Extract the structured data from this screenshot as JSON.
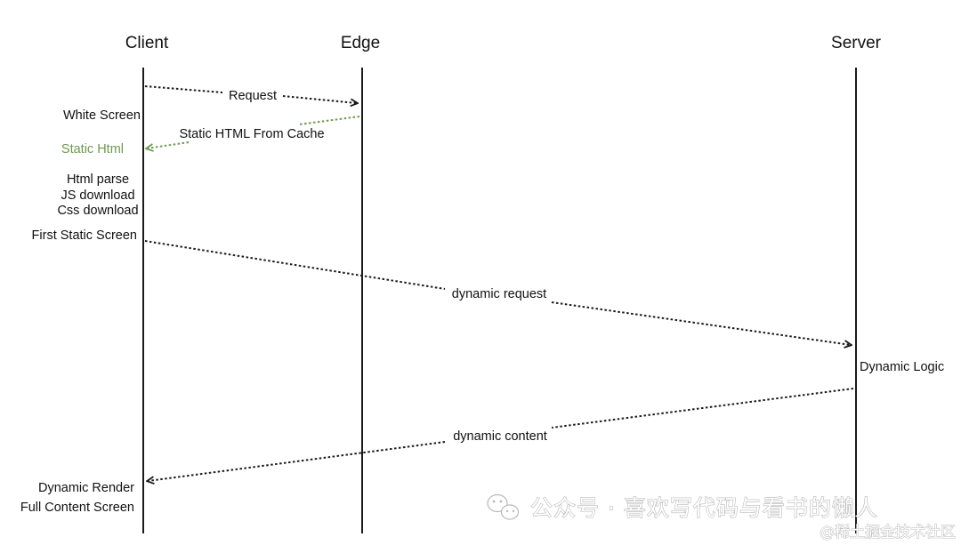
{
  "lanes": {
    "client": "Client",
    "edge": "Edge",
    "server": "Server"
  },
  "client_labels": {
    "white_screen": "White Screen",
    "static_html": "Static Html",
    "html_parse": "Html parse",
    "js_download": "JS download",
    "css_download": "Css download",
    "first_static_screen": "First Static Screen",
    "dynamic_render": "Dynamic Render",
    "full_content_screen": "Full Content Screen"
  },
  "server_labels": {
    "dynamic_logic": "Dynamic Logic"
  },
  "messages": {
    "request": "Request",
    "static_html_from_cache": "Static HTML From Cache",
    "dynamic_request": "dynamic request",
    "dynamic_content": "dynamic content"
  },
  "colors": {
    "line": "#1a1a1a",
    "static_html_green": "#6f9a52"
  },
  "watermark": {
    "main": "公众号 · 喜欢写代码与看书的懒人",
    "sub": "@稀土掘金技术社区"
  }
}
